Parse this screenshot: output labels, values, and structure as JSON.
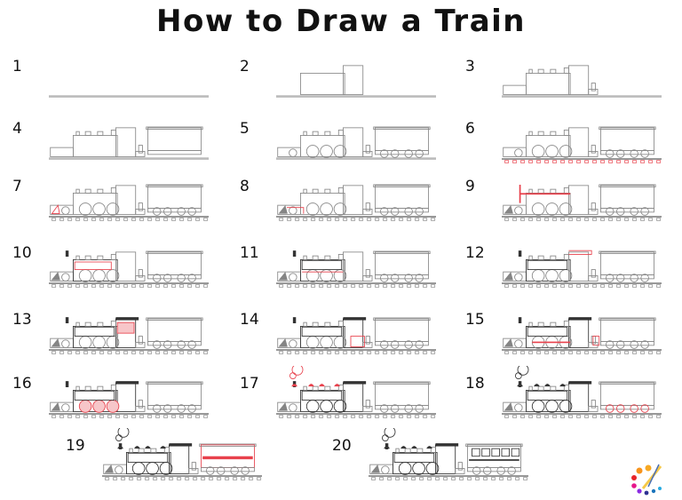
{
  "title": "How to Draw a Train",
  "colors": {
    "line": "#888888",
    "dark": "#333333",
    "highlight": "#e8414c"
  },
  "steps": [
    {
      "n": "1",
      "col": 0,
      "row": 0,
      "stage": 1
    },
    {
      "n": "2",
      "col": 1,
      "row": 0,
      "stage": 2
    },
    {
      "n": "3",
      "col": 2,
      "row": 0,
      "stage": 3
    },
    {
      "n": "4",
      "col": 0,
      "row": 1,
      "stage": 4
    },
    {
      "n": "5",
      "col": 1,
      "row": 1,
      "stage": 5
    },
    {
      "n": "6",
      "col": 2,
      "row": 1,
      "stage": 6
    },
    {
      "n": "7",
      "col": 0,
      "row": 2,
      "stage": 7
    },
    {
      "n": "8",
      "col": 1,
      "row": 2,
      "stage": 8
    },
    {
      "n": "9",
      "col": 2,
      "row": 2,
      "stage": 9
    },
    {
      "n": "10",
      "col": 0,
      "row": 3,
      "stage": 10
    },
    {
      "n": "11",
      "col": 1,
      "row": 3,
      "stage": 11
    },
    {
      "n": "12",
      "col": 2,
      "row": 3,
      "stage": 12
    },
    {
      "n": "13",
      "col": 0,
      "row": 4,
      "stage": 13
    },
    {
      "n": "14",
      "col": 1,
      "row": 4,
      "stage": 14
    },
    {
      "n": "15",
      "col": 2,
      "row": 4,
      "stage": 15
    },
    {
      "n": "16",
      "col": 0,
      "row": 5,
      "stage": 16
    },
    {
      "n": "17",
      "col": 1,
      "row": 5,
      "stage": 17
    },
    {
      "n": "18",
      "col": 2,
      "row": 5,
      "stage": 18
    },
    {
      "n": "19",
      "col": "a",
      "row": 6,
      "stage": 19
    },
    {
      "n": "20",
      "col": "b",
      "row": 6,
      "stage": 20
    }
  ],
  "logo": "art-palette-icon"
}
